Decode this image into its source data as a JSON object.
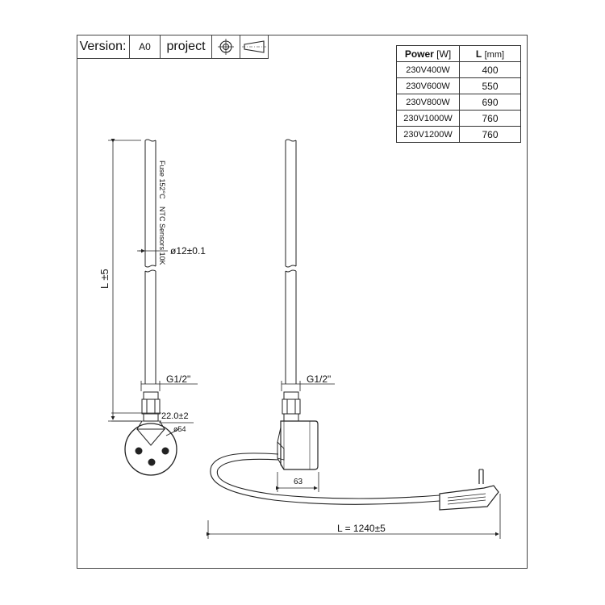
{
  "title_block": {
    "version_label": "Version:",
    "version_value": "A0",
    "project_label": "project",
    "icons": [
      "first-angle-projection-crosshair-icon",
      "first-angle-projection-cone-icon"
    ]
  },
  "power_table": {
    "header_power": "Power",
    "header_power_unit": "[W]",
    "header_length": "L",
    "header_length_unit": "[mm]",
    "rows": [
      {
        "power": "230V400W",
        "length": "400"
      },
      {
        "power": "230V600W",
        "length": "550"
      },
      {
        "power": "230V800W",
        "length": "690"
      },
      {
        "power": "230V1000W",
        "length": "760"
      },
      {
        "power": "230V1200W",
        "length": "760"
      }
    ]
  },
  "annotations": {
    "fuse": "Fuse 152°C",
    "ntc": "NTC Sensors 10K",
    "diameter": "ø12±0.1",
    "length_tol": "L ±5",
    "thread_left": "G1/2\"",
    "thread_right": "G1/2\"",
    "head_height": "22.0±2",
    "head_diameter": "ø54",
    "body_depth": "63",
    "cable_length": "L = 1240±5"
  }
}
